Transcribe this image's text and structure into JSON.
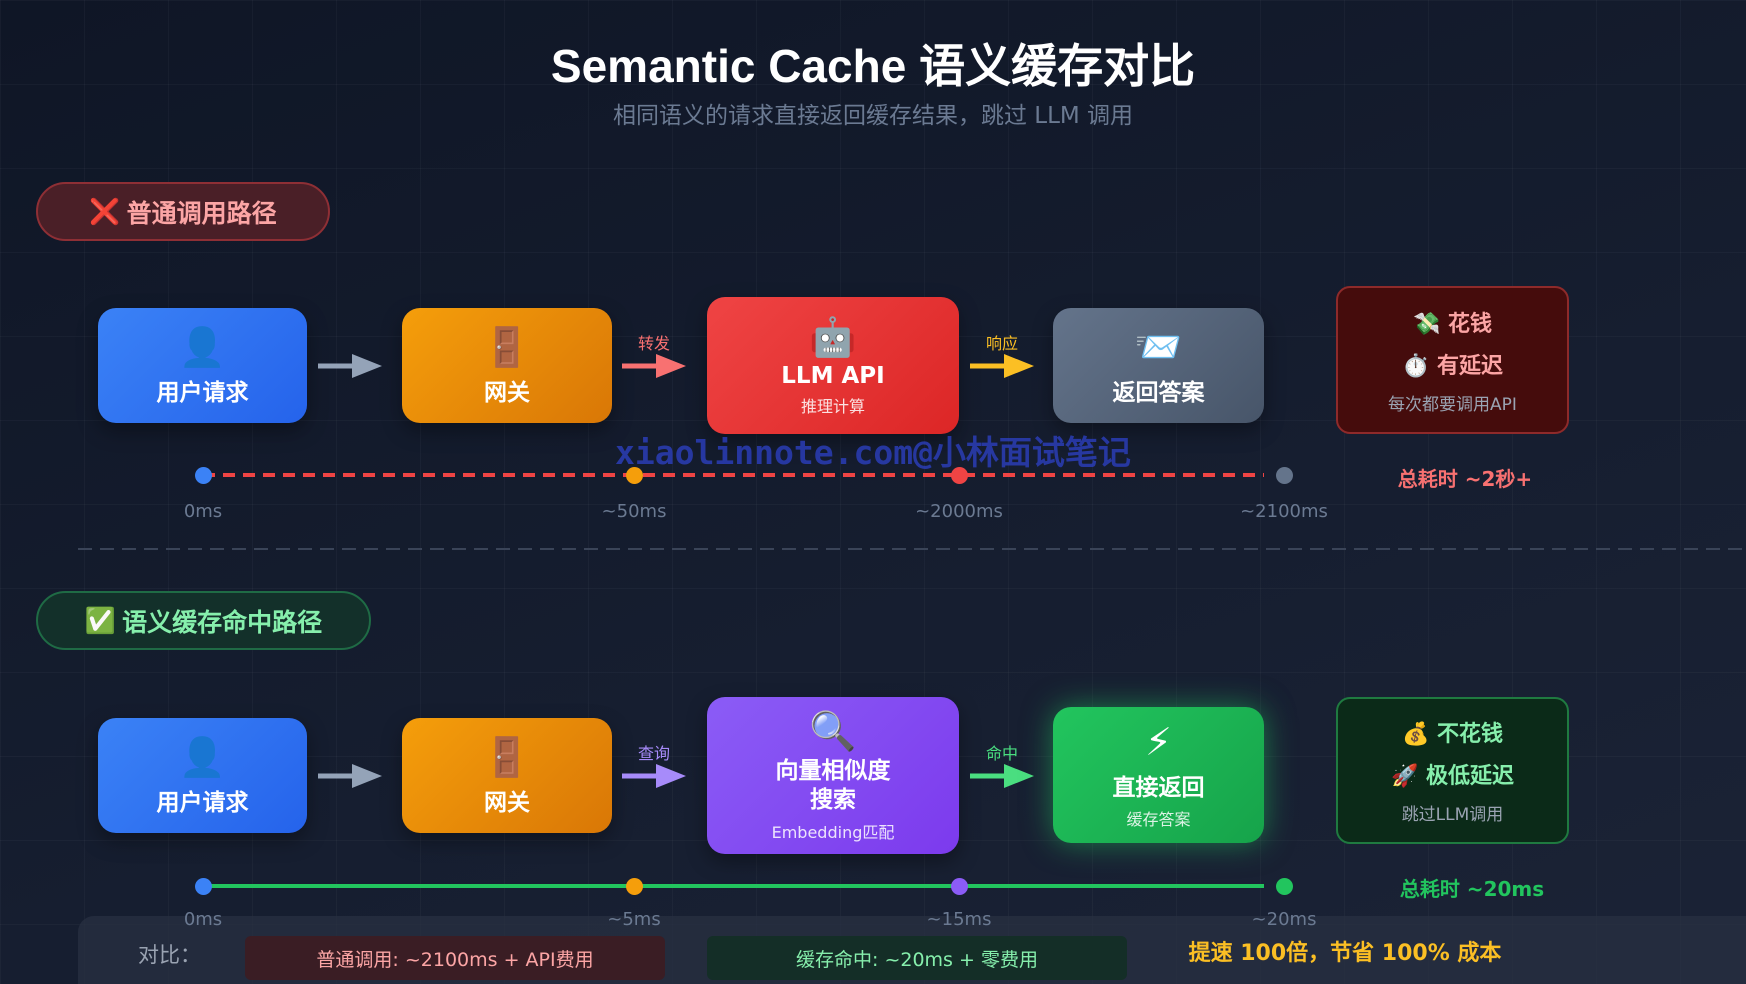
{
  "header": {
    "title": "Semantic Cache 语义缓存对比",
    "subtitle": "相同语义的请求直接返回缓存结果，跳过 LLM 调用"
  },
  "normal": {
    "badge_icon": "cross-mark-icon",
    "badge_icon_glyph": "❌",
    "badge": "普通调用路径",
    "nodes": [
      {
        "icon": "person-icon",
        "glyph": "👤",
        "label": "用户请求"
      },
      {
        "icon": "door-icon",
        "glyph": "🚪",
        "label": "网关"
      },
      {
        "icon": "robot-icon",
        "glyph": "🤖",
        "label": "LLM API",
        "sub": "推理计算"
      },
      {
        "icon": "envelope-icon",
        "glyph": "📨",
        "label": "返回答案"
      }
    ],
    "arrows": [
      "",
      "转发",
      "响应"
    ],
    "summary": {
      "line1_glyph": "💸",
      "line1": "花钱",
      "line2_glyph": "⏱️",
      "line2": "有延迟",
      "note": "每次都要调用API"
    },
    "timeline": [
      "0ms",
      "~50ms",
      "~2000ms",
      "~2100ms"
    ],
    "total": "总耗时 ~2秒+"
  },
  "cached": {
    "badge_icon": "check-mark-icon",
    "badge_icon_glyph": "✅",
    "badge": "语义缓存命中路径",
    "nodes": [
      {
        "icon": "person-icon",
        "glyph": "👤",
        "label": "用户请求"
      },
      {
        "icon": "door-icon",
        "glyph": "🚪",
        "label": "网关"
      },
      {
        "icon": "magnifier-icon",
        "glyph": "🔍",
        "label": "向量相似度\n搜索",
        "sub": "Embedding匹配"
      },
      {
        "icon": "lightning-icon",
        "glyph": "⚡",
        "label": "直接返回",
        "sub": "缓存答案"
      }
    ],
    "arrows": [
      "",
      "查询",
      "命中"
    ],
    "summary": {
      "line1_glyph": "💰",
      "line1": "不花钱",
      "line2_glyph": "🚀",
      "line2": "极低延迟",
      "note": "跳过LLM调用"
    },
    "timeline": [
      "0ms",
      "~5ms",
      "~15ms",
      "~20ms"
    ],
    "total": "总耗时 ~20ms"
  },
  "comparison": {
    "label": "对比：",
    "normal": "普通调用: ~2100ms + API费用",
    "cached": "缓存命中: ~20ms + 零费用",
    "conclusion": "提速 100倍，节省 100% 成本"
  },
  "watermark": "xiaolinnote.com@小林面试笔记",
  "colors": {
    "red": "#ef4444",
    "green": "#22c55e",
    "yellow": "#fbbf24",
    "blue": "#3b82f6",
    "orange": "#f59e0b",
    "purple": "#8b5cf6",
    "gray": "#64748b"
  }
}
